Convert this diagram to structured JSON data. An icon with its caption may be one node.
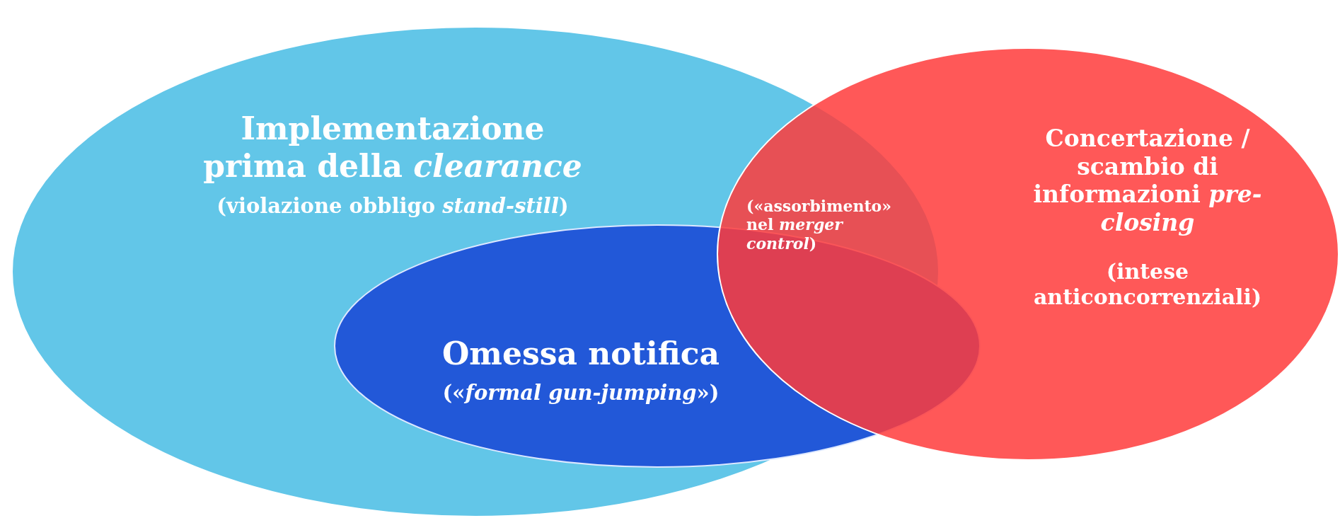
{
  "diagram": {
    "nodes": [
      {
        "text": [
          "Implementazione prima della *clearance*",
          "(violazione obbligo *stand-still*)"
        ]
      },
      {
        "text": [
          "Omessa notifica",
          "(«*formal gun-jumping*»)"
        ]
      },
      {
        "text": [
          "Concertazione / scambio di informazioni *pre-closing*",
          "(intese anticoncorrenziali)"
        ]
      }
    ],
    "labels": [
      "(«assorbimento» nel *merger control*)"
    ]
  }
}
